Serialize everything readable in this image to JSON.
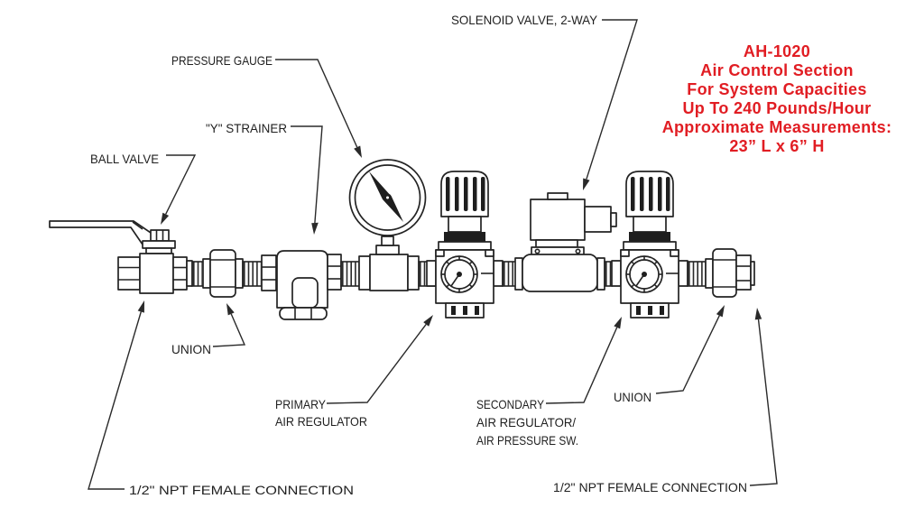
{
  "diagram": {
    "labels": {
      "solenoid_valve": "SOLENOID VALVE, 2-WAY",
      "pressure_gauge": "PRESSURE GAUGE",
      "y_strainer": "\"Y\" STRAINER",
      "ball_valve": "BALL VALVE",
      "union_left": "UNION",
      "union_right": "UNION",
      "primary_regulator_line1": "PRIMARY",
      "primary_regulator_line2": "AIR REGULATOR",
      "secondary_regulator_line1": "SECONDARY",
      "secondary_regulator_line2": "AIR REGULATOR/",
      "secondary_regulator_line3": "AIR PRESSURE SW.",
      "npt_connection_left": "1/2\" NPT FEMALE CONNECTION",
      "npt_connection_right": "1/2\" NPT FEMALE CONNECTION"
    },
    "info_box": {
      "model": "AH-1020",
      "title": "Air Control Section",
      "line3": "For System Capacities",
      "line4": "Up To 240 Pounds/Hour",
      "line5": "Approximate Measurements:",
      "dimensions": "23” L x 6” H",
      "text_color": "#e11d23"
    },
    "colors": {
      "line": "#232323",
      "background": "#ffffff"
    }
  }
}
